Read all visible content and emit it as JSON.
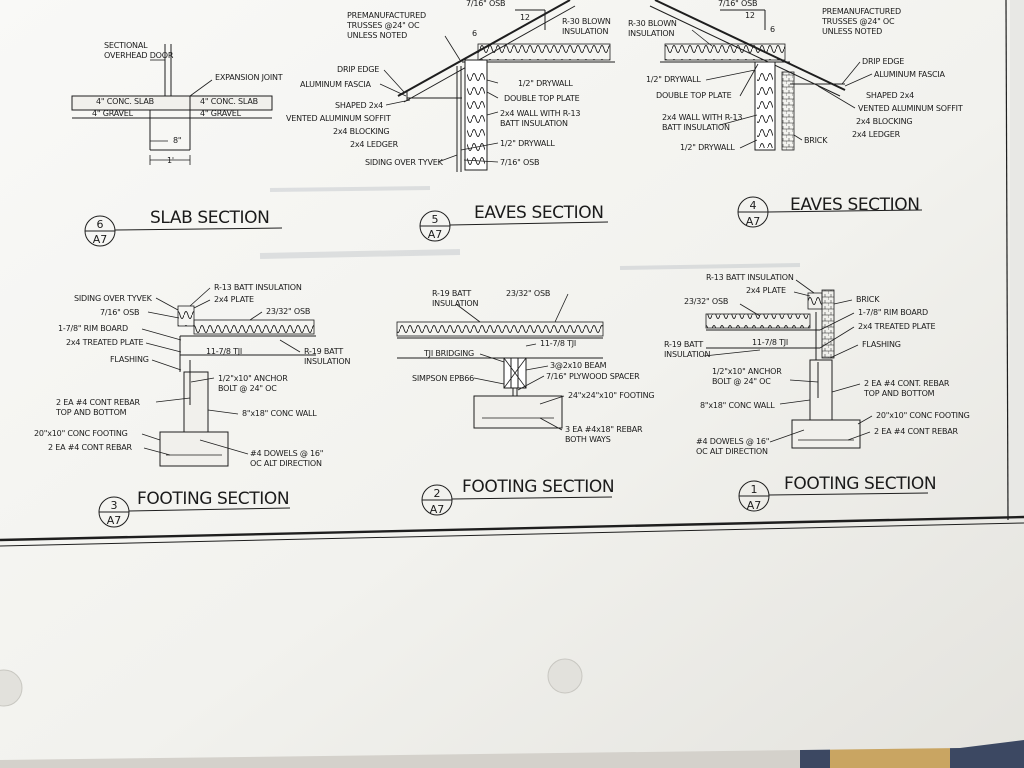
{
  "details": {
    "d6": {
      "number": "6",
      "sheet": "A7",
      "title": "SLAB SECTION",
      "labels": {
        "sectional_door": "SECTIONAL\nOVERHEAD DOOR",
        "expansion_joint": "EXPANSION JOINT",
        "conc_slab_left": "4\" CONC. SLAB",
        "gravel_left": "4\" GRAVEL",
        "conc_slab_right": "4\" CONC. SLAB",
        "gravel_right": "4\" GRAVEL",
        "dim_8": "8\"",
        "dim_1": "1'"
      }
    },
    "d5": {
      "number": "5",
      "sheet": "A7",
      "title": "EAVES SECTION",
      "labels": {
        "osb_top": "7/16\" OSB",
        "pitch_run": "12",
        "pitch_rise": "6",
        "trusses": "PREMANUFACTURED\nTRUSSES @24\" OC\nUNLESS NOTED",
        "r30": "R-30 BLOWN\nINSULATION",
        "drip_edge": "DRIP EDGE",
        "fascia": "ALUMINUM FASCIA",
        "drywall": "1/2\" DRYWALL",
        "double_plate": "DOUBLE TOP PLATE",
        "shaped": "SHAPED 2x4",
        "soffit": "VENTED ALUMINUM SOFFIT",
        "wall_r13": "2x4 WALL WITH R-13\nBATT INSULATION",
        "blocking": "2x4 BLOCKING",
        "ledger": "2x4 LEDGER",
        "drywall2": "1/2\" DRYWALL",
        "siding": "SIDING OVER TYVEK",
        "osb": "7/16\" OSB"
      }
    },
    "d4": {
      "number": "4",
      "sheet": "A7",
      "title": "EAVES SECTION",
      "labels": {
        "osb_top": "7/16\" OSB",
        "pitch_run": "12",
        "pitch_rise": "6",
        "r30": "R-30 BLOWN\nINSULATION",
        "trusses": "PREMANUFACTURED\nTRUSSES @24\" OC\nUNLESS NOTED",
        "drip_edge": "DRIP EDGE",
        "fascia": "ALUMINUM FASCIA",
        "drywall": "1/2\" DRYWALL",
        "double_plate": "DOUBLE TOP PLATE",
        "shaped": "SHAPED 2x4",
        "soffit": "VENTED ALUMINUM SOFFIT",
        "wall_r13": "2x4 WALL WITH R-13\nBATT INSULATION",
        "blocking": "2x4 BLOCKING",
        "ledger": "2x4 LEDGER",
        "drywall2": "1/2\" DRYWALL",
        "brick": "BRICK"
      }
    },
    "d3": {
      "number": "3",
      "sheet": "A7",
      "title": "FOOTING SECTION",
      "labels": {
        "r13": "R-13 BATT INSULATION",
        "siding": "SIDING OVER TYVEK",
        "plate": "2x4 PLATE",
        "osb": "7/16\" OSB",
        "osb_floor": "23/32\" OSB",
        "rim": "1-7/8\" RIM BOARD",
        "treated": "2x4 TREATED PLATE",
        "tji": "11-7/8 TJI",
        "r19": "R-19 BATT\nINSULATION",
        "flashing": "FLASHING",
        "anchor": "1/2\"x10\" ANCHOR\nBOLT @ 24\" OC",
        "rebar_cont": "2 EA #4 CONT REBAR\nTOP AND BOTTOM",
        "wall": "8\"x18\" CONC WALL",
        "footing": "20\"x10\" CONC FOOTING",
        "rebar_ftg": "2 EA #4 CONT REBAR",
        "dowels": "#4 DOWELS @ 16\"\nOC ALT DIRECTION"
      }
    },
    "d2": {
      "number": "2",
      "sheet": "A7",
      "title": "FOOTING SECTION",
      "labels": {
        "r19": "R-19 BATT\nINSULATION",
        "osb_floor": "23/32\" OSB",
        "tji": "11-7/8 TJI",
        "bridging": "TJI BRIDGING",
        "beam": "3@2x10 BEAM",
        "simpson": "SIMPSON EPB66",
        "spacer": "7/16\" PLYWOOD SPACER",
        "footing": "24\"x24\"x10\" FOOTING",
        "rebar": "3 EA #4x18\" REBAR\nBOTH WAYS"
      }
    },
    "d1": {
      "number": "1",
      "sheet": "A7",
      "title": "FOOTING SECTION",
      "labels": {
        "r13": "R-13 BATT INSULATION",
        "plate": "2x4 PLATE",
        "osb_floor": "23/32\" OSB",
        "brick": "BRICK",
        "rim": "1-7/8\" RIM BOARD",
        "treated": "2x4 TREATED PLATE",
        "tji": "11-7/8 TJI",
        "r19": "R-19 BATT\nINSULATION",
        "flashing": "FLASHING",
        "anchor": "1/2\"x10\" ANCHOR\nBOLT @ 24\" OC",
        "rebar_cont": "2 EA #4 CONT. REBAR\nTOP AND BOTTOM",
        "wall": "8\"x18\" CONC WALL",
        "footing": "20\"x10\" CONC FOOTING",
        "rebar_ftg": "2 EA #4 CONT REBAR",
        "dowels": "#4 DOWELS @ 16\"\nOC ALT DIRECTION"
      }
    }
  },
  "colors": {
    "paper": "#f7f7f4",
    "ink": "#1e1e1e",
    "background": "#d8d6d1",
    "tint": "#9fb0c4"
  }
}
